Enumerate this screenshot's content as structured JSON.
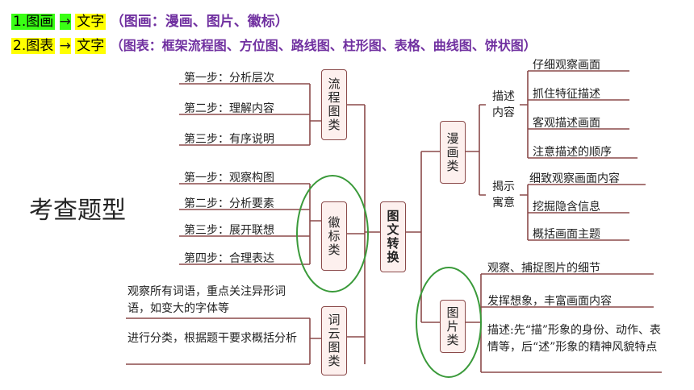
{
  "header": {
    "line1": {
      "prefix": "1.图画",
      "arrow": "→",
      "target": "文字",
      "note": "（图画：漫画、图片、徽标）",
      "prefix_bg": "#39ff14",
      "target_bg": "#ffff00"
    },
    "line2": {
      "prefix": "2.图表",
      "arrow": "→",
      "target": "文字",
      "note": "（图表：框架流程图、方位图、路线图、柱形图、表格、曲线图、饼状图）",
      "prefix_bg": "#ffff00",
      "target_bg": "#ffff00"
    }
  },
  "title": "考查题型",
  "center": "图文转换",
  "left": {
    "flow": {
      "label": "流程图类",
      "steps": [
        "第一步：分析层次",
        "第二步：理解内容",
        "第三步：有序说明"
      ]
    },
    "emblem": {
      "label": "徽标类",
      "steps": [
        "第一步：观察构图",
        "第二步：分析要素",
        "第三步：展开联想",
        "第四步：合理表达"
      ]
    },
    "wordcloud": {
      "label": "词云图类",
      "steps": [
        "观察所有词语，重点关注异形词语，如变大的字体等",
        "进行分类，根据题干要求概括分析"
      ]
    }
  },
  "right": {
    "comic": {
      "label": "漫画类",
      "describe": {
        "label": "描述内容",
        "items": [
          "仔细观察画面",
          "抓住特征描述",
          "客观描述画面",
          "注意描述的顺序"
        ]
      },
      "reveal": {
        "label": "揭示寓意",
        "items": [
          "细致观察画面内容",
          "挖掘隐含信息",
          "概括画面主题"
        ]
      }
    },
    "picture": {
      "label": "图片类",
      "items": [
        "观察、捕捉图片的细节",
        "发挥想象，丰富画面内容",
        "描述:先“描”形象的身份、动作、表情等，后“述”形象的精神风貌特点"
      ]
    }
  },
  "colors": {
    "line": "#8b4a4a",
    "circle": "#3a9a3a",
    "note": "#7030a0"
  }
}
